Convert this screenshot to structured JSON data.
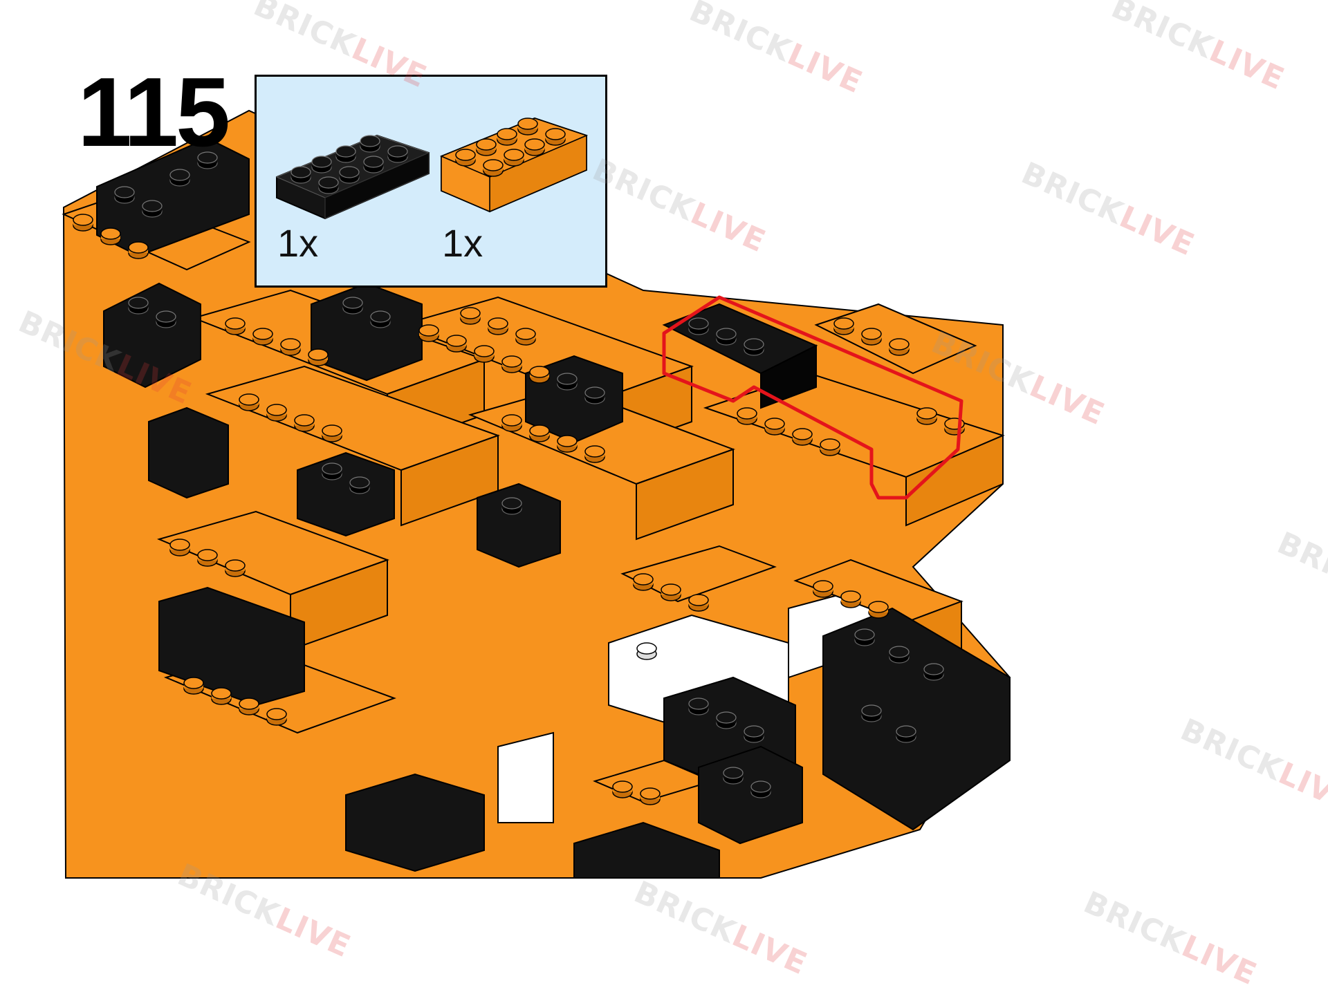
{
  "step": {
    "number": "115"
  },
  "parts": [
    {
      "icon": "black-2x4-brick-icon",
      "color": "#141414",
      "qty": "1x"
    },
    {
      "icon": "orange-2x4-brick-icon",
      "color": "#f7931e",
      "qty": "1x"
    }
  ],
  "colors": {
    "orange": "#f7931e",
    "black": "#141414",
    "white": "#ffffff",
    "callout_bg": "#d4ecfb",
    "highlight": "#e4141b"
  },
  "watermark": {
    "part1": "BRICK",
    "part2": "LIVE"
  }
}
